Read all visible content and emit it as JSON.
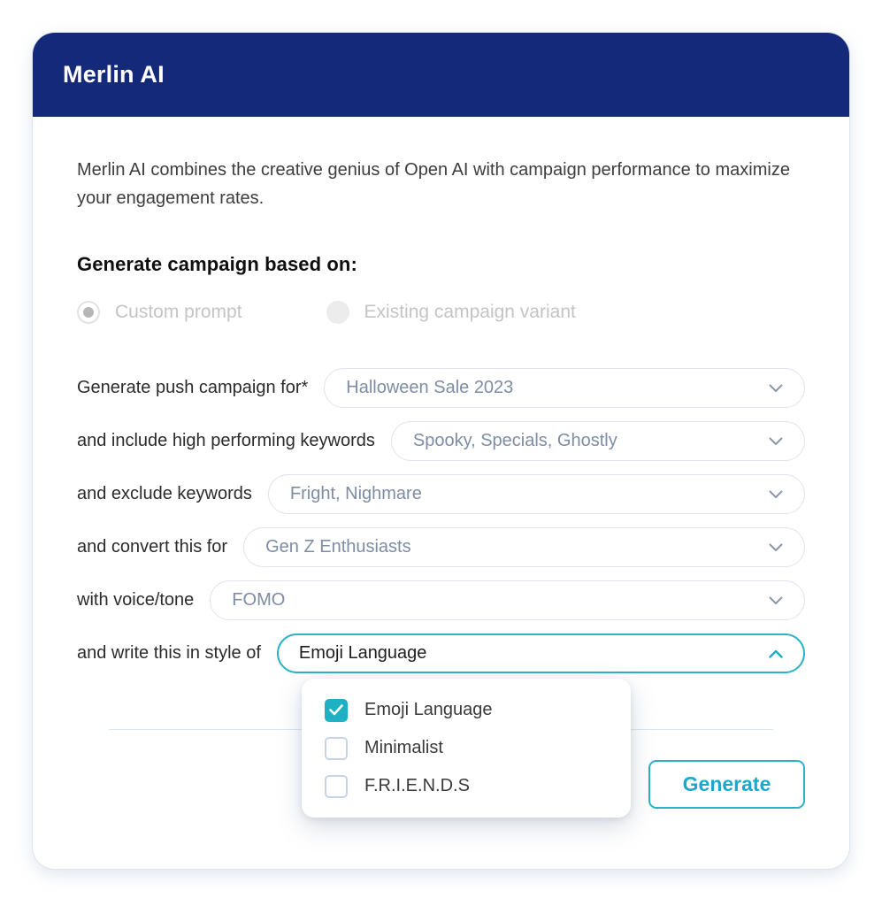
{
  "modal": {
    "title": "Merlin AI",
    "description": "Merlin AI combines the creative genius of Open AI with campaign performance to maximize your engagement rates.",
    "section_heading": "Generate campaign based on:"
  },
  "radio_group": {
    "options": [
      {
        "label": "Custom prompt",
        "selected": true,
        "disabled": true
      },
      {
        "label": "Existing campaign variant",
        "selected": false,
        "disabled": true
      }
    ]
  },
  "form": {
    "rows": [
      {
        "label": "Generate push campaign for*",
        "value": "Halloween Sale 2023",
        "state": "collapsed"
      },
      {
        "label": "and include high performing keywords",
        "value": "Spooky, Specials, Ghostly",
        "state": "collapsed"
      },
      {
        "label": "and exclude keywords",
        "value": "Fright, Nighmare",
        "state": "collapsed"
      },
      {
        "label": "and convert this for",
        "value": "Gen Z Enthusiasts",
        "state": "collapsed"
      },
      {
        "label": "with voice/tone",
        "value": "FOMO",
        "state": "collapsed"
      },
      {
        "label": "and write this in style of",
        "value": "Emoji Language",
        "state": "expanded"
      }
    ]
  },
  "style_dropdown": {
    "options": [
      {
        "label": "Emoji Language",
        "checked": true
      },
      {
        "label": "Minimalist",
        "checked": false
      },
      {
        "label": "F.R.I.E.N.D.S",
        "checked": false
      }
    ]
  },
  "footer": {
    "generate_label": "Generate"
  },
  "colors": {
    "header_bg": "#15297b",
    "accent_teal": "#2bb3c7",
    "checkbox_checked": "#1fb0c4",
    "generate_text": "#1ba7ce",
    "select_text": "#7e8da4",
    "disabled_gray": "#c4c4c4"
  }
}
